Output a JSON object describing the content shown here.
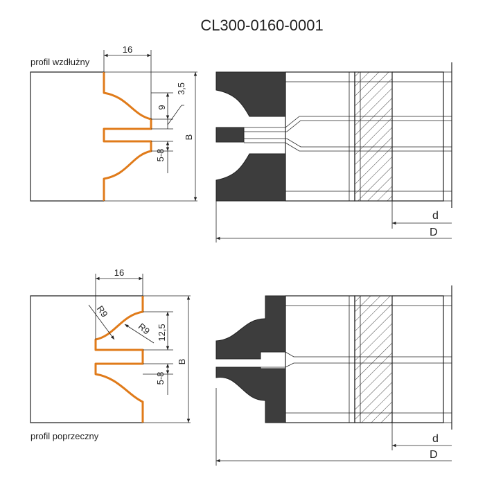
{
  "title": "CL300-0160-0001",
  "top_profile": {
    "label": "profil wzdłużny",
    "dim_width": "16",
    "dim_a": "3,5",
    "dim_b": "9",
    "dim_c": "5-8",
    "dim_total": "B"
  },
  "bottom_profile": {
    "label": "profil poprzeczny",
    "dim_width": "16",
    "radius_1": "R9",
    "radius_2": "R9",
    "dim_a": "12,5",
    "dim_c": "5-8",
    "dim_total": "B"
  },
  "top_tool": {
    "inner_diameter": "d",
    "outer_diameter": "D"
  },
  "bottom_tool": {
    "inner_diameter": "d",
    "outer_diameter": "D"
  },
  "colors": {
    "profile_edge": "#e07b1a",
    "cutter_body": "#3d3d3d",
    "lines": "#222222"
  }
}
